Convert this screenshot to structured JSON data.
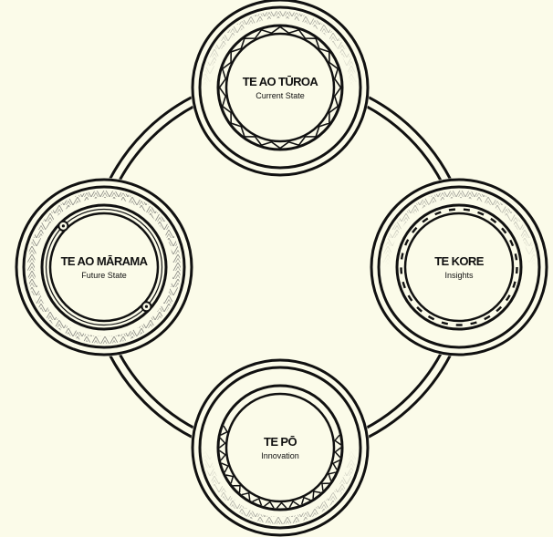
{
  "colors": {
    "background": "#fbfbe9",
    "ink": "#111111",
    "pattern": "#8a8a84"
  },
  "nodes": [
    {
      "id": "current-state",
      "title": "TE AO TŪROA",
      "subtitle": "Current State",
      "inner_pattern": "zigzag-band",
      "pattern_side": "top"
    },
    {
      "id": "insights",
      "title": "TE KORE",
      "subtitle": "Insights",
      "inner_pattern": "dash-band",
      "pattern_side": "top"
    },
    {
      "id": "innovation",
      "title": "TE PŌ",
      "subtitle": "Innovation",
      "inner_pattern": "chevron-band",
      "pattern_side": "bottom"
    },
    {
      "id": "future-state",
      "title": "TE AO MĀRAMA",
      "subtitle": "Future State",
      "inner_pattern": "spiral-koru",
      "pattern_side": "full"
    }
  ]
}
